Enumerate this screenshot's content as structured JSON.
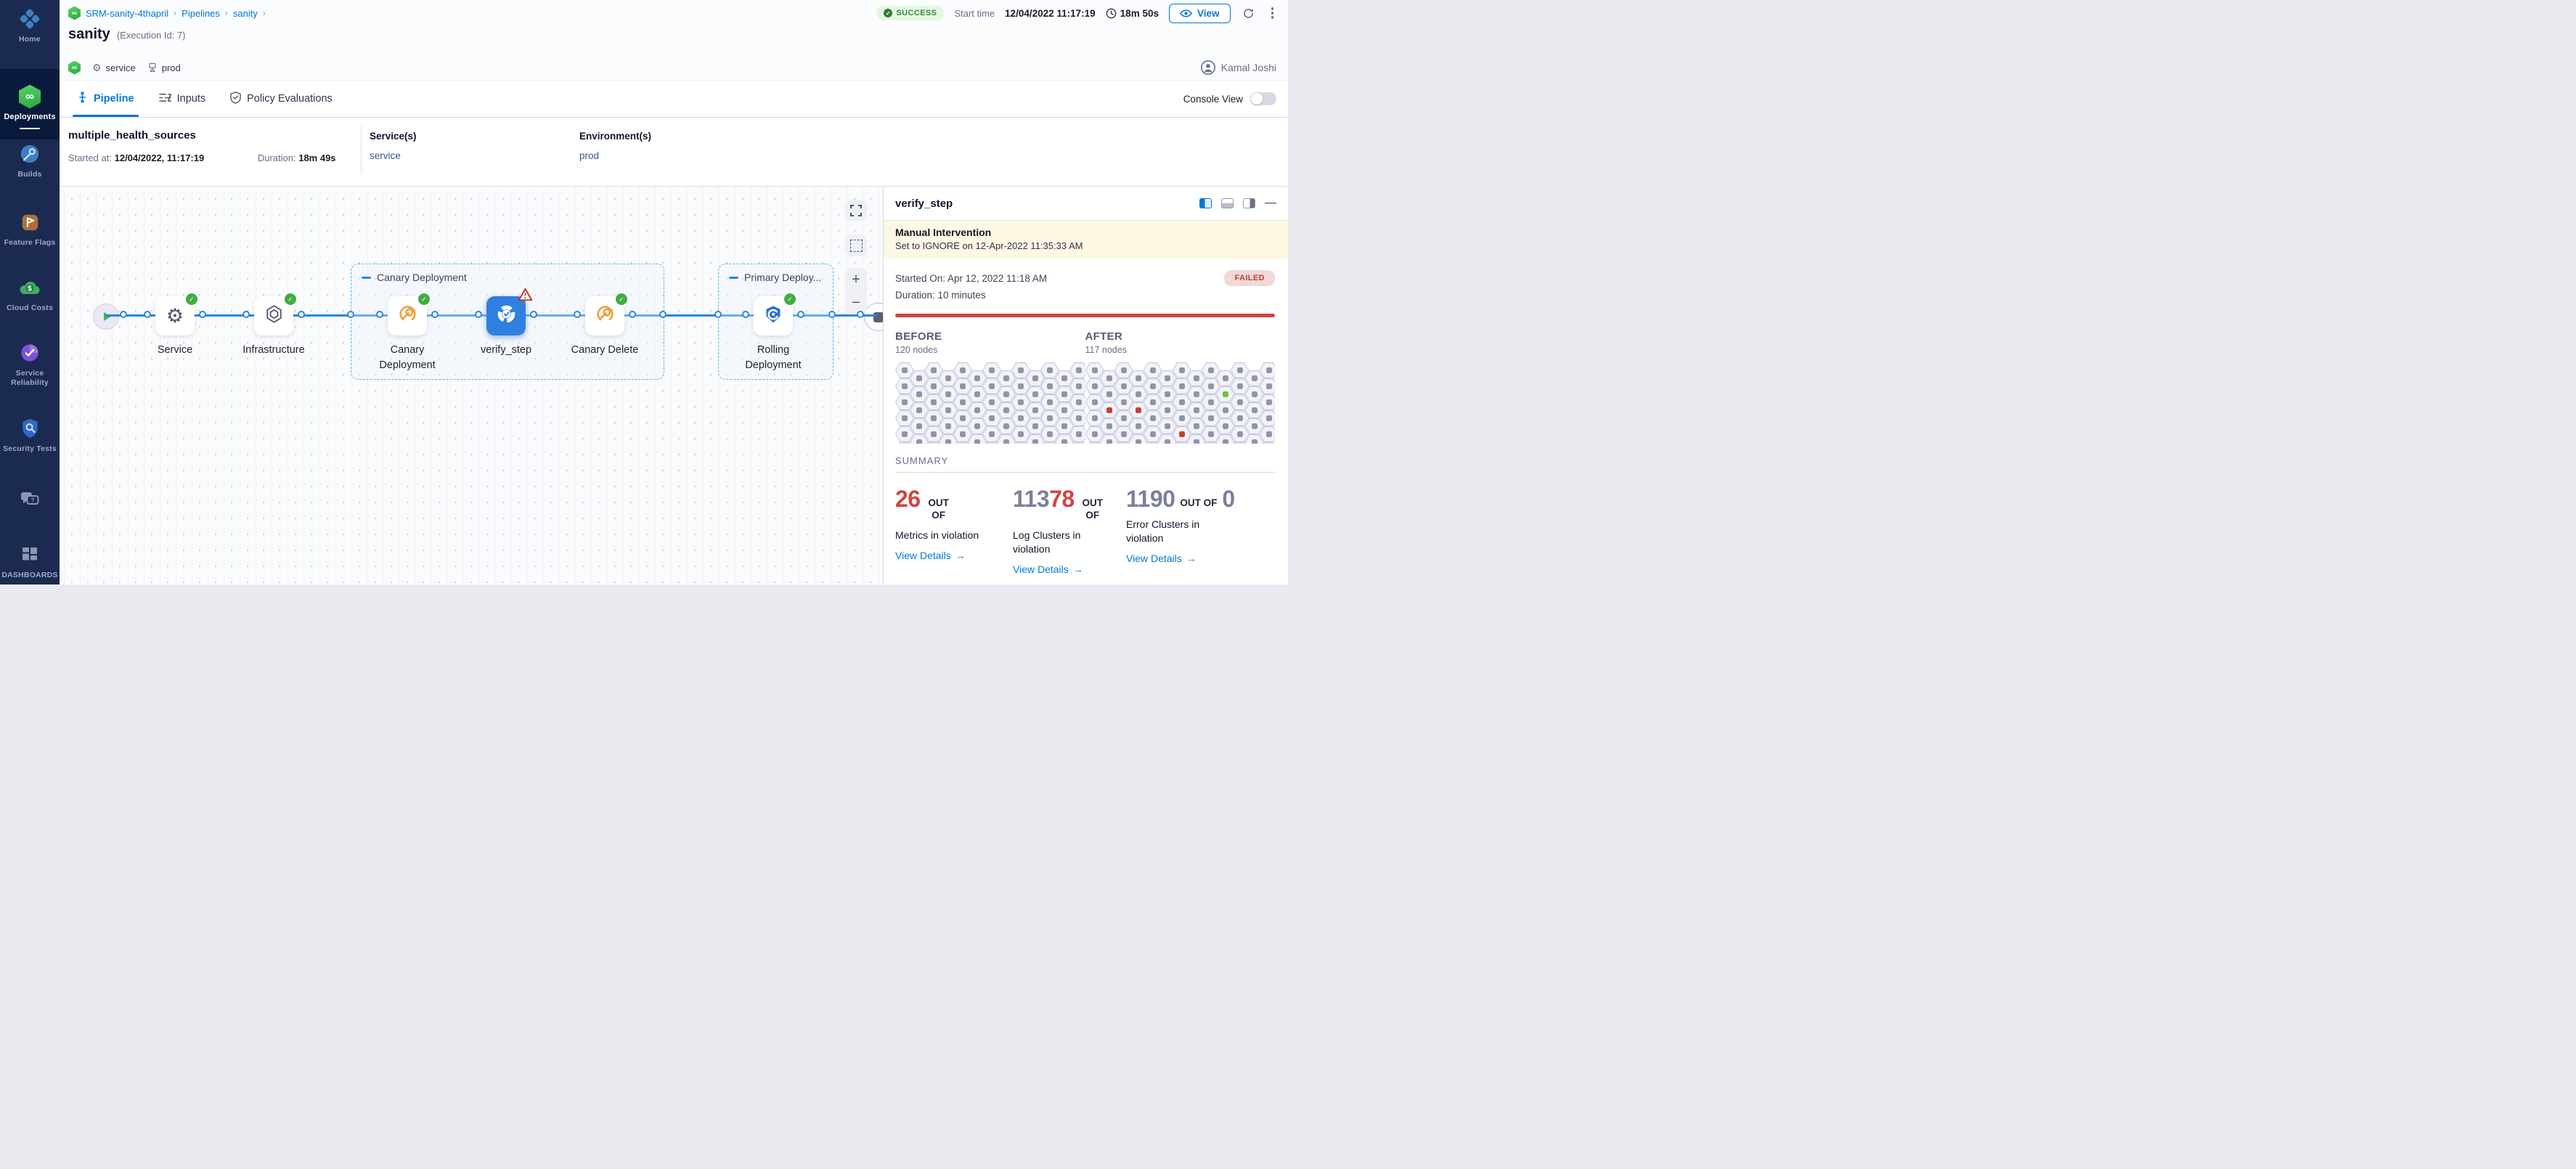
{
  "colors": {
    "accent": "#0278d5",
    "success_green": "#42ab45",
    "error_red": "#cf4540",
    "sidebar_bg": "#1b2a50",
    "sidebar_active_bg": "#0a1a3c",
    "banner_bg": "#fdf7e3",
    "node_selected_blue": "#2f80e1",
    "canary_orange": "#efa13b",
    "number_gray": "#7d7f9c"
  },
  "sidebar": {
    "items": [
      {
        "id": "home",
        "label": "Home",
        "icon": "home-icon",
        "active": false
      },
      {
        "id": "deployments",
        "label": "Deployments",
        "icon": "deployments-icon",
        "active": true
      },
      {
        "id": "builds",
        "label": "Builds",
        "icon": "builds-icon",
        "active": false
      },
      {
        "id": "feature-flags",
        "label": "Feature Flags",
        "icon": "feature-flags-icon",
        "active": false
      },
      {
        "id": "cloud-costs",
        "label": "Cloud Costs",
        "icon": "cloud-costs-icon",
        "active": false
      },
      {
        "id": "service-reliability",
        "label": "Service Reliability",
        "icon": "service-reliability-icon",
        "active": false
      },
      {
        "id": "security-tests",
        "label": "Security Tests",
        "icon": "security-tests-icon",
        "active": false
      }
    ],
    "help_icon": "chat-help-icon",
    "dashboards_label": "DASHBOARDS"
  },
  "header": {
    "breadcrumb": {
      "project": "SRM-sanity-4thapril",
      "section": "Pipelines",
      "item": "sanity",
      "separator": "›"
    },
    "title": "sanity",
    "execution_id": "(Execution Id: 7)",
    "tags": {
      "service": "service",
      "environment": "prod"
    },
    "status": "SUCCESS",
    "start_time_label": "Start time",
    "start_time": "12/04/2022 11:17:19",
    "duration": "18m 50s",
    "view_label": "View",
    "user": "Kamal Joshi"
  },
  "tabs": [
    {
      "label": "Pipeline",
      "icon": "pipeline-icon",
      "active": true
    },
    {
      "label": "Inputs",
      "icon": "inputs-icon",
      "active": false
    },
    {
      "label": "Policy Evaluations",
      "icon": "policy-icon",
      "active": false
    }
  ],
  "console": {
    "label": "Console View",
    "enabled": false
  },
  "stage": {
    "name": "multiple_health_sources",
    "started_label": "Started at:",
    "started": "12/04/2022, 11:17:19",
    "duration_label": "Duration:",
    "duration": "18m 49s",
    "services_label": "Service(s)",
    "service": "service",
    "environments_label": "Environment(s)",
    "environment": "prod"
  },
  "pipeline": {
    "groups": [
      {
        "label": "Canary Deployment"
      },
      {
        "label": "Primary Deploy..."
      }
    ],
    "nodes": [
      {
        "label": "Service",
        "icon": "gear-icon",
        "status": "success",
        "selected": false
      },
      {
        "label": "Infrastructure",
        "icon": "infrastructure-icon",
        "status": "success",
        "selected": false
      },
      {
        "label": "Canary Deployment",
        "icon": "canary-icon",
        "status": "success",
        "selected": false
      },
      {
        "label": "verify_step",
        "icon": "verify-icon",
        "status": "warning",
        "selected": true
      },
      {
        "label": "Canary Delete",
        "icon": "canary-icon",
        "status": "success",
        "selected": false
      },
      {
        "label": "Rolling Deployment",
        "icon": "rolling-deployment-icon",
        "status": "success",
        "selected": false
      }
    ]
  },
  "panel": {
    "title": "verify_step",
    "banner": {
      "title": "Manual Intervention",
      "message": "Set to IGNORE on 12-Apr-2022 11:35:33 AM"
    },
    "started_on": "Started On: Apr 12, 2022 11:18 AM",
    "duration": "Duration: 10 minutes",
    "status_badge": "FAILED",
    "before": {
      "label": "BEFORE",
      "sub": "120 nodes"
    },
    "after": {
      "label": "AFTER",
      "sub": "117 nodes"
    },
    "hex_grid": {
      "cols": 13,
      "rows": 6,
      "after_highlights": [
        {
          "col": 1,
          "row": 2,
          "color": "red"
        },
        {
          "col": 3,
          "row": 2,
          "color": "red"
        },
        {
          "col": 6,
          "row": 4,
          "color": "red"
        },
        {
          "col": 9,
          "row": 1,
          "color": "green"
        }
      ]
    },
    "summary_label": "SUMMARY",
    "stats": [
      {
        "parts": [
          {
            "text": "26",
            "color": "red"
          }
        ],
        "out_of": "OUT OF",
        "suffix": "",
        "label": "Metrics in violation",
        "link": "View Details",
        "arrow": "→"
      },
      {
        "parts": [
          {
            "text": "113",
            "color": "gray"
          },
          {
            "text": "78",
            "color": "red"
          }
        ],
        "out_of": "OUT OF",
        "suffix": "",
        "label": "Log Clusters in violation",
        "link": "View Details",
        "arrow": "→"
      },
      {
        "parts": [
          {
            "text": "1190",
            "color": "gray"
          }
        ],
        "out_of": "OUT OF",
        "suffix": "0",
        "label": "Error Clusters in violation",
        "link": "View Details",
        "arrow": "→"
      }
    ]
  },
  "canvas_controls": {
    "zoom_in": "+",
    "zoom_out": "−"
  }
}
